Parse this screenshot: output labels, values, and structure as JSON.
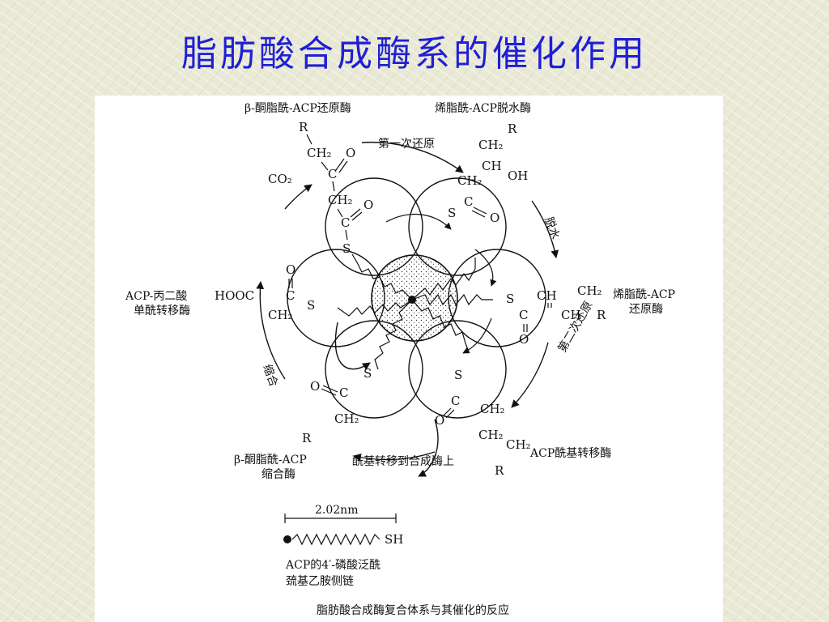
{
  "slide": {
    "title": "脂肪酸合成酶系的催化作用"
  },
  "figure": {
    "enzymes": {
      "ketoacyl_reductase": "β-酮脂酰-ACP还原酶",
      "hydroxyacyl_dehydratase": "烯脂酰-ACP脱水酶",
      "enoyl_reductase_line1": "烯脂酰-ACP",
      "enoyl_reductase_line2": "还原酶",
      "acyl_transferase": "ACP酰基转移酶",
      "ketoacyl_synthase_line1": "β-酮脂酰-ACP",
      "ketoacyl_synthase_line2": "缩合酶",
      "malonyl_transferase_line1": "ACP-丙二酸",
      "malonyl_transferase_line2": "单酰转移酶"
    },
    "steps": {
      "first_reduction": "第一次还原",
      "dehydration": "脱水",
      "second_reduction": "第二次还原",
      "transfer_to_synthase": "酰基转移到合成酶上",
      "condensation": "缩合"
    },
    "chem": {
      "co2": "CO₂",
      "hooc": "HOOC",
      "c": "C",
      "o": "O",
      "s": "S",
      "r": "R",
      "ch": "CH",
      "ch2": "CH₂",
      "oh": "OH",
      "h": "H",
      "sh": "SH"
    },
    "legend": {
      "scale": "2.02nm",
      "chain_line1": "ACP的4′-磷酸泛酰",
      "chain_line2": "巯基乙胺侧链"
    },
    "caption": "脂肪酸合成酶复合体系与其催化的反应"
  }
}
